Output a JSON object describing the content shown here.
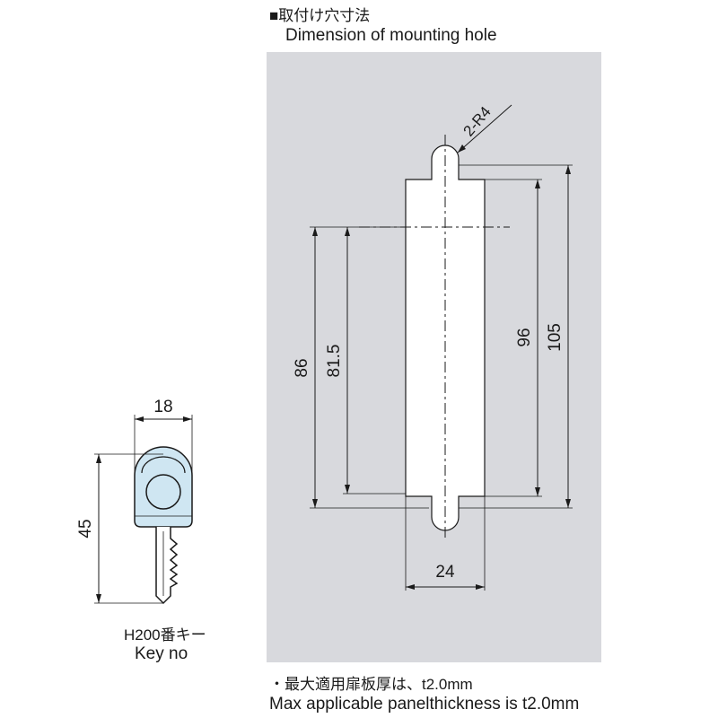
{
  "header": {
    "title_jp": "■取付け穴寸法",
    "title_en": "Dimension of mounting hole"
  },
  "hole_dimensions": {
    "radius_label": "2-R4",
    "width": "24",
    "height_86": "86",
    "height_81_5": "81.5",
    "height_96": "96",
    "height_105": "105"
  },
  "key": {
    "width": "18",
    "height": "45",
    "caption_jp": "H200番キー",
    "caption_en": "Key no"
  },
  "notes": {
    "thickness_jp": "・最大適用扉板厚は、t2.0mm",
    "thickness_en": "Max applicable panelthickness is t2.0mm"
  },
  "colors": {
    "panel": "#d8d9dd",
    "hole": "#ffffff",
    "key_head": "#cfe6f2",
    "line": "#1a1a1a"
  }
}
